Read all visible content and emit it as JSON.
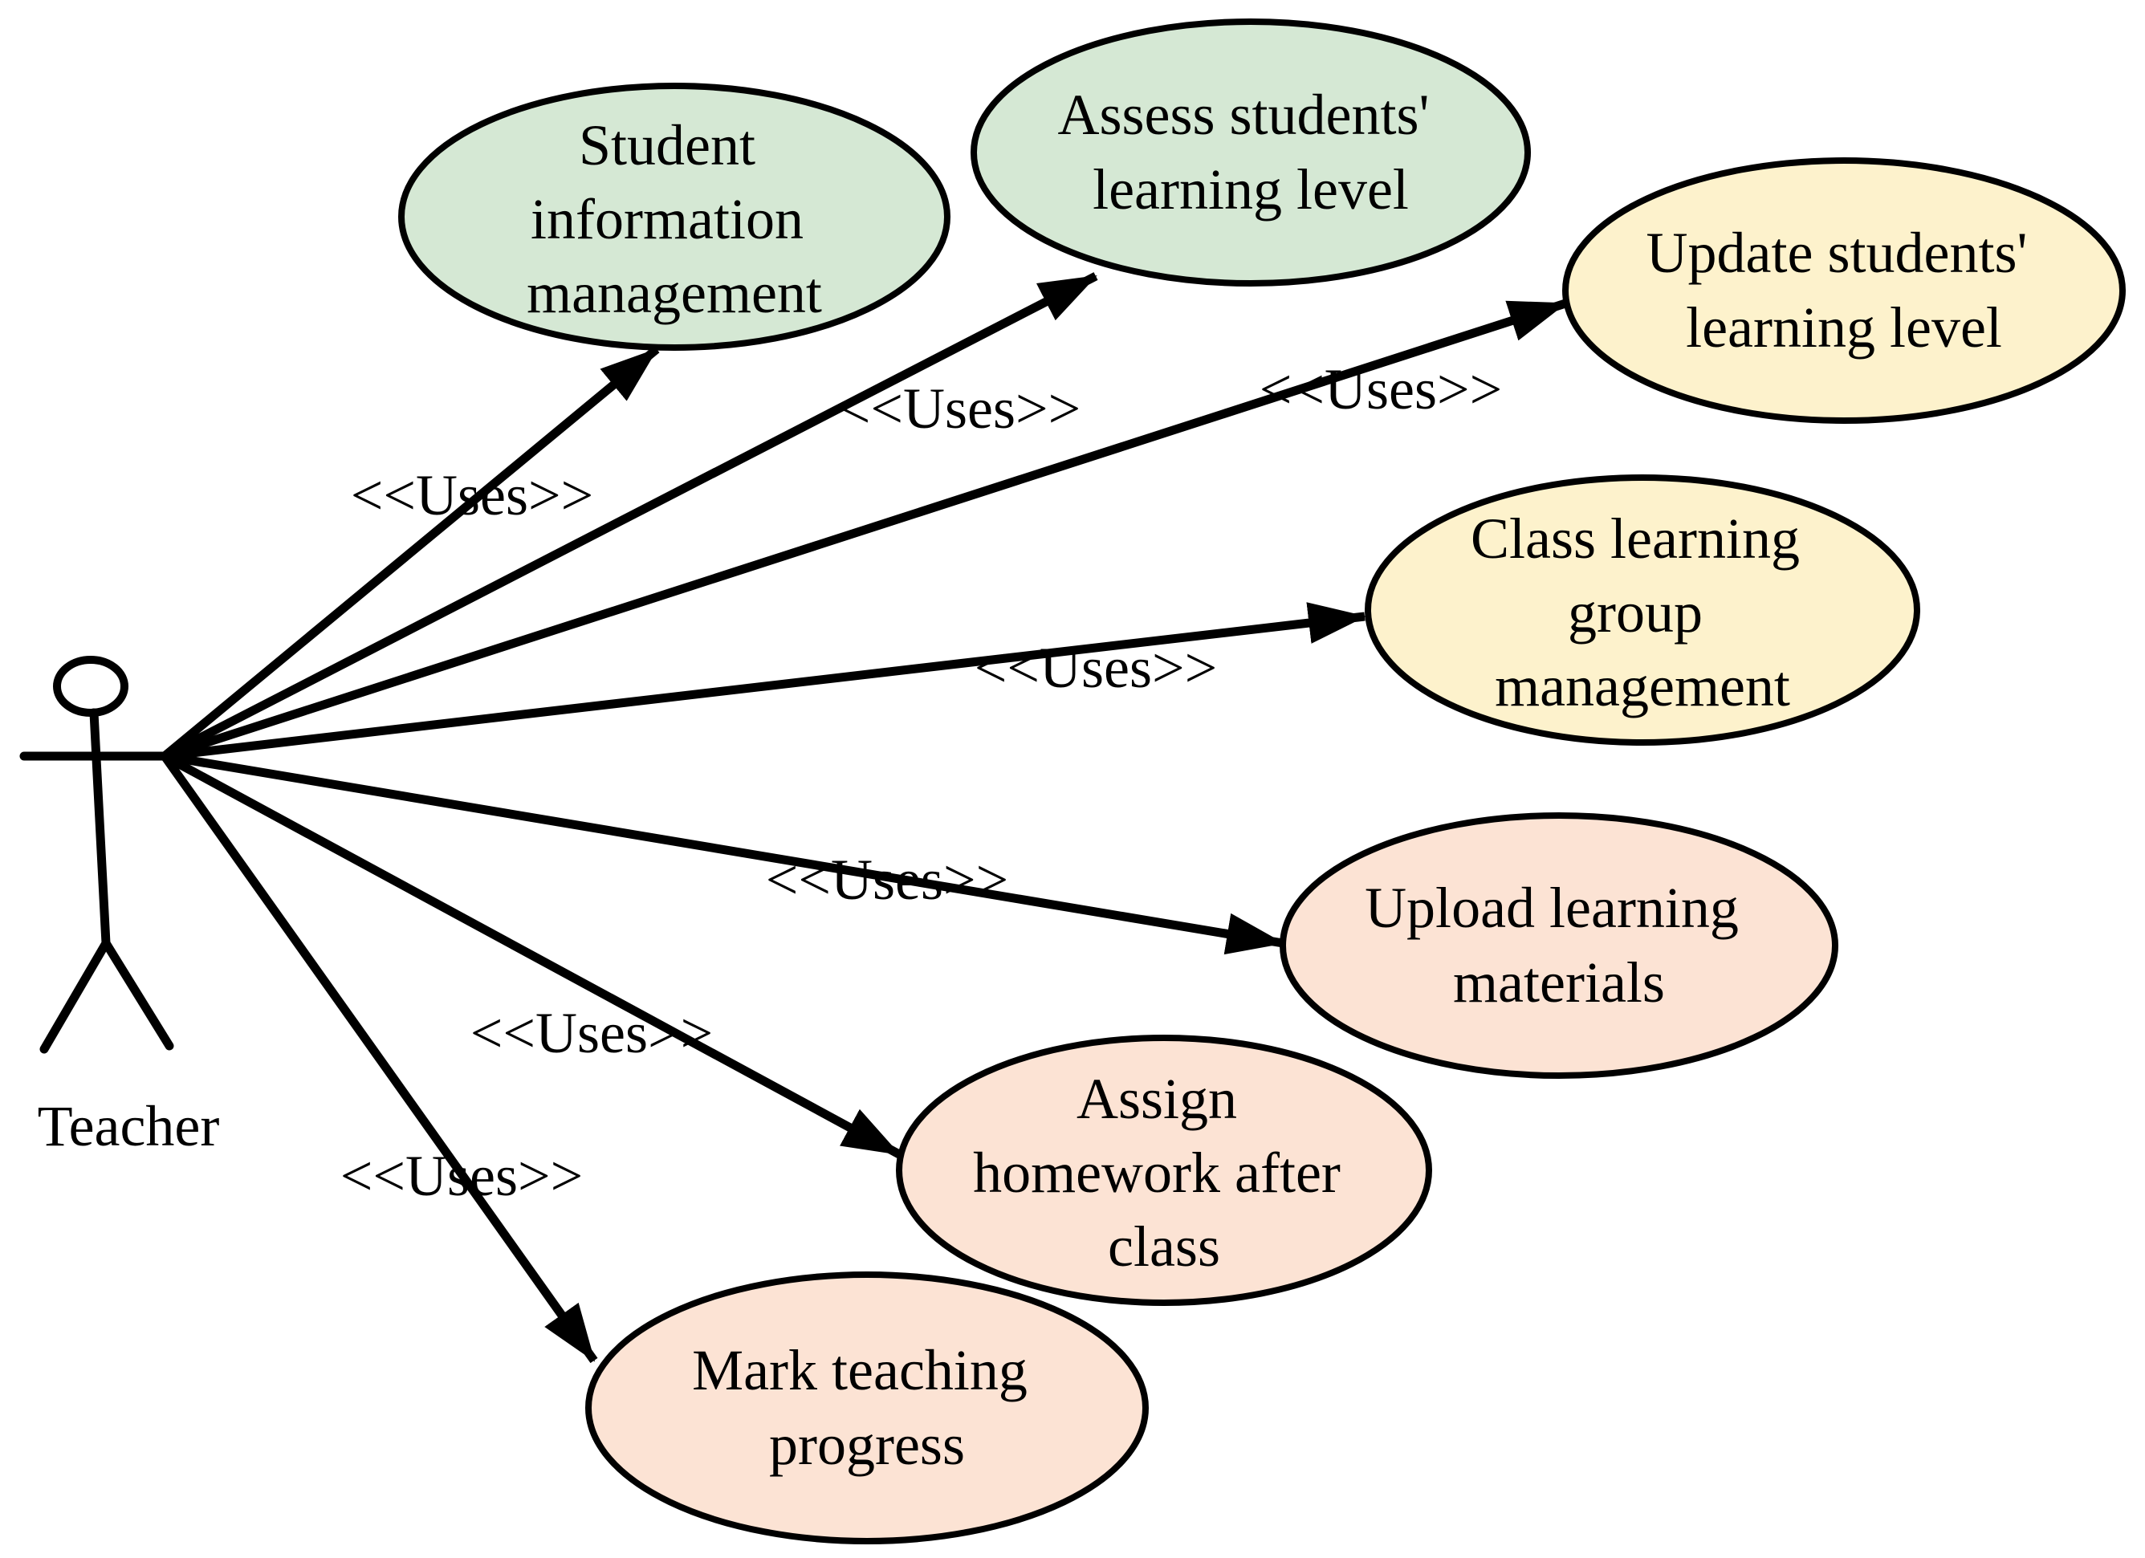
{
  "diagram": {
    "actor": {
      "label": "Teacher"
    },
    "usecases": [
      {
        "lines": [
          "Student",
          "information",
          "management"
        ],
        "fill": "#d5e8d4"
      },
      {
        "lines": [
          "Assess students'",
          "learning level"
        ],
        "fill": "#d5e8d4"
      },
      {
        "lines": [
          "Update students'",
          "learning level"
        ],
        "fill": "#fdf2cc"
      },
      {
        "lines": [
          "Class learning",
          "group",
          "management"
        ],
        "fill": "#fdf2cc"
      },
      {
        "lines": [
          "Upload learning",
          "materials"
        ],
        "fill": "#fce3d4"
      },
      {
        "lines": [
          "Assign",
          "homework after",
          "class"
        ],
        "fill": "#fce3d4"
      },
      {
        "lines": [
          "Mark teaching",
          "progress"
        ],
        "fill": "#fce3d4"
      }
    ],
    "edges": [
      {
        "label": "<<Uses>>"
      },
      {
        "label": "<<Uses>>"
      },
      {
        "label": "<<Uses>>"
      },
      {
        "label": "<<Uses>>"
      },
      {
        "label": "<<Uses>>"
      },
      {
        "label": "<<Uses>>"
      },
      {
        "label": "<<Uses>>"
      }
    ],
    "colors": {
      "outline": "#000000",
      "background": "#ffffff",
      "green": "#d5e8d4",
      "yellow": "#fdf2cc",
      "peach": "#fce3d4"
    }
  }
}
